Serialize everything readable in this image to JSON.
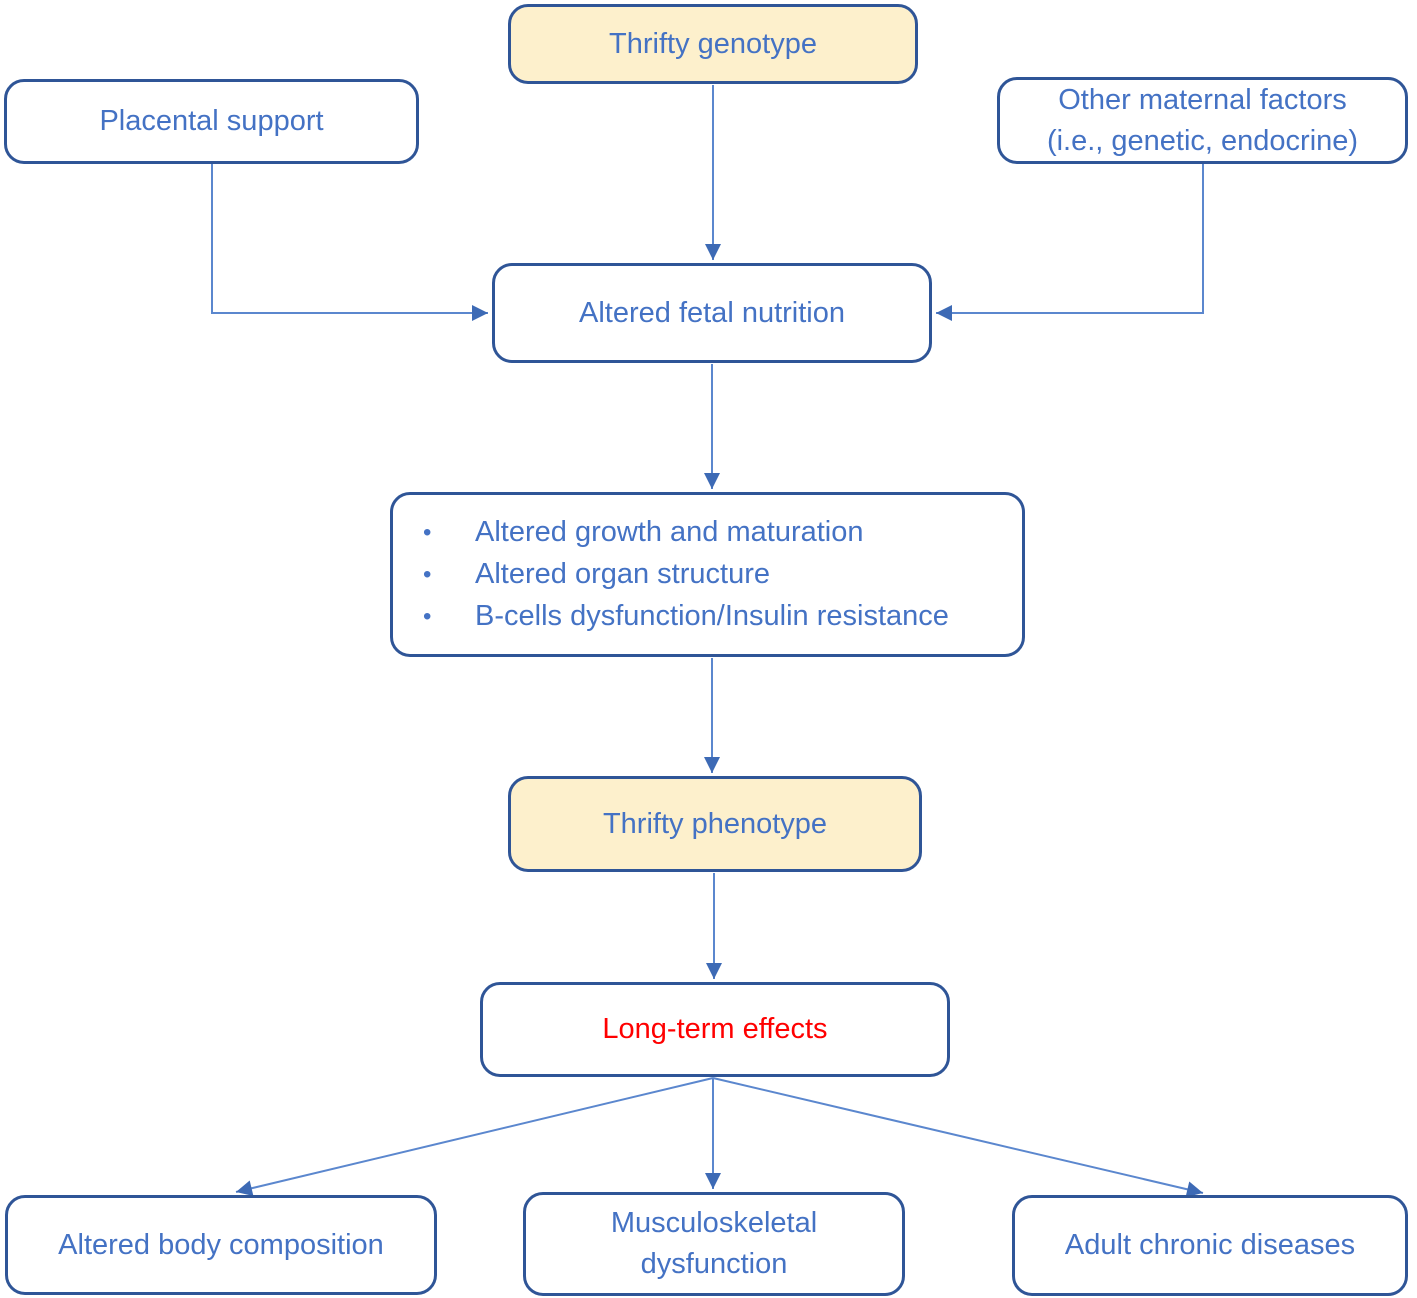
{
  "diagram": {
    "type": "flowchart",
    "nodes": {
      "thrifty_genotype": {
        "label": "Thrifty genotype"
      },
      "placental_support": {
        "label": "Placental support"
      },
      "other_maternal_factors": {
        "line1": "Other maternal factors",
        "line2": "(i.e., genetic, endocrine)"
      },
      "altered_fetal_nutrition": {
        "label": "Altered fetal nutrition"
      },
      "fetal_consequences": {
        "bullet_char": "•",
        "bullets": [
          "Altered growth and maturation",
          "Altered organ structure",
          "B-cells dysfunction/Insulin resistance"
        ]
      },
      "thrifty_phenotype": {
        "label": "Thrifty phenotype"
      },
      "long_term_effects": {
        "label": "Long-term effects"
      },
      "altered_body_composition": {
        "label": "Altered body composition"
      },
      "musculoskeletal_dysfunction": {
        "line1": "Musculoskeletal",
        "line2": "dysfunction"
      },
      "adult_chronic_diseases": {
        "label": "Adult chronic diseases"
      }
    },
    "colors": {
      "box_border": "#2F5597",
      "box_text": "#4472C4",
      "highlight_fill": "#FDF0CC",
      "plain_fill": "#FFFFFF",
      "arrow_line": "#5B87CE",
      "arrow_head": "#3D6AB5",
      "long_term_text_color": "#FF0000",
      "background": "#FFFFFF"
    }
  }
}
